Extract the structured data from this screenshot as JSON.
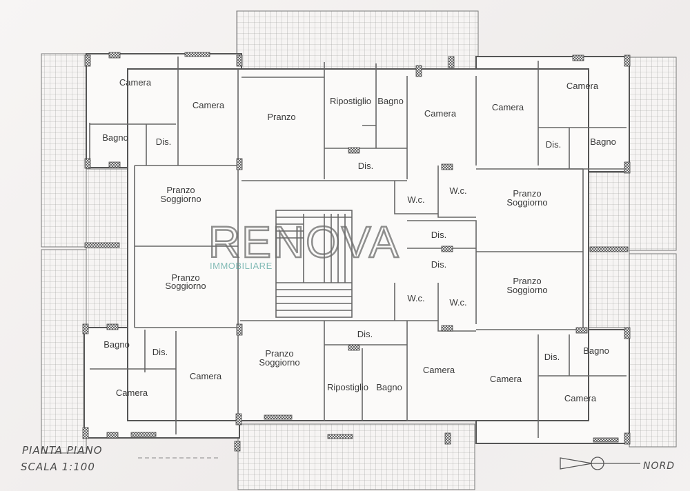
{
  "rooms": [
    {
      "label": "Camera"
    },
    {
      "label": "Camera"
    },
    {
      "label": "Bagno"
    },
    {
      "label": "Dis."
    },
    {
      "label": "Pranzo"
    },
    {
      "label": "Ripostiglio"
    },
    {
      "label": "Bagno"
    },
    {
      "label": "Dis."
    },
    {
      "label": "Camera"
    },
    {
      "label": "Camera"
    },
    {
      "label": "Camera"
    },
    {
      "label": "Dis."
    },
    {
      "label": "Bagno"
    },
    {
      "label": "Pranzo"
    },
    {
      "label": "Soggiorno"
    },
    {
      "label": "W.c."
    },
    {
      "label": "W.c."
    },
    {
      "label": "Pranzo"
    },
    {
      "label": "Soggiorno"
    },
    {
      "label": "Dis."
    },
    {
      "label": "Dis."
    },
    {
      "label": "Pranzo"
    },
    {
      "label": "Soggiorno"
    },
    {
      "label": "Pranzo"
    },
    {
      "label": "Soggiorno"
    },
    {
      "label": "W.c."
    },
    {
      "label": "W.c."
    },
    {
      "label": "Dis."
    },
    {
      "label": "Bagno"
    },
    {
      "label": "Dis."
    },
    {
      "label": "Pranzo"
    },
    {
      "label": "Soggiorno"
    },
    {
      "label": "Camera"
    },
    {
      "label": "Camera"
    },
    {
      "label": "Ripostiglio"
    },
    {
      "label": "Bagno"
    },
    {
      "label": "Camera"
    },
    {
      "label": "Camera"
    },
    {
      "label": "Dis."
    },
    {
      "label": "Bagno"
    },
    {
      "label": "Camera"
    }
  ],
  "watermark": {
    "brand": "RENOVA",
    "sub": "IMMOBILIARE"
  },
  "notes": {
    "title": "PIANTA PIANO",
    "scale": "SCALA 1:100",
    "north": "NORD"
  }
}
